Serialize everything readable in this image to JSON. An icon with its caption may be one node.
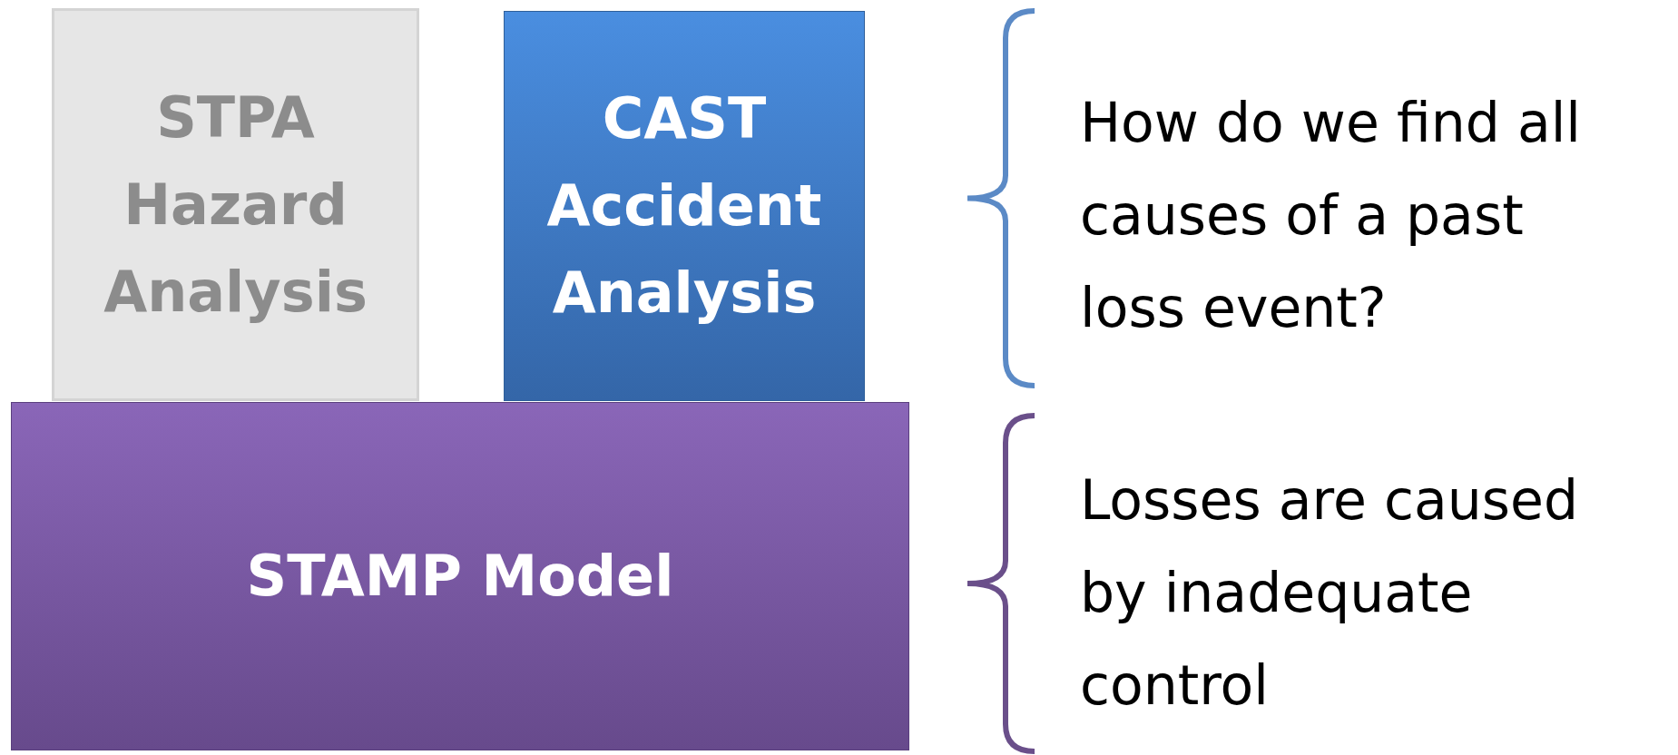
{
  "diagram": {
    "nodes": [
      {
        "text": [
          "STPA Hazard Analysis"
        ]
      },
      {
        "text": [
          "CAST Accident Analysis"
        ]
      },
      {
        "text": [
          "STAMP Model"
        ]
      }
    ],
    "labels": [
      "How do we find all causes of a past loss event?",
      "Losses are caused by inadequate control"
    ]
  }
}
